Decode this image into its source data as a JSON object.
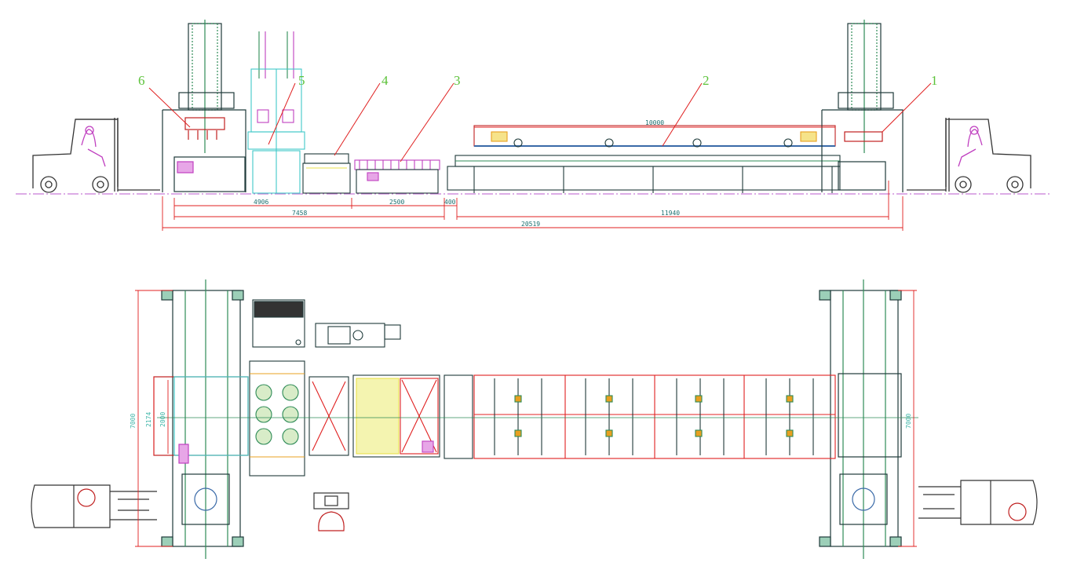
{
  "callouts": [
    {
      "label": "1",
      "color": "#5cc23a"
    },
    {
      "label": "2",
      "color": "#5cc23a"
    },
    {
      "label": "3",
      "color": "#5cc23a"
    },
    {
      "label": "4",
      "color": "#5cc23a"
    },
    {
      "label": "5",
      "color": "#5cc23a"
    },
    {
      "label": "6",
      "color": "#5cc23a"
    }
  ],
  "dimensions": {
    "d_4906": "4906",
    "d_7458": "7458",
    "d_2500": "2500",
    "d_400": "400",
    "d_11940": "11940",
    "d_20519": "20519",
    "d_10000": "10000",
    "d_7000_left": "7000",
    "d_2174": "2174",
    "d_2000": "2000",
    "d_7000_right": "7000"
  },
  "colors": {
    "dimension_line": "#e02020",
    "callout_text": "#5cc23a",
    "frame_dark": "#1e3a3a",
    "frame_green": "#2e8b57",
    "frame_cyan": "#40c8c8",
    "accent_magenta": "#c040c0",
    "accent_yellow": "#e8e04a",
    "ground_line": "#c87ad8"
  },
  "icons": [
    "forklift-side-icon",
    "forklift-top-icon",
    "operator-console-icon"
  ]
}
